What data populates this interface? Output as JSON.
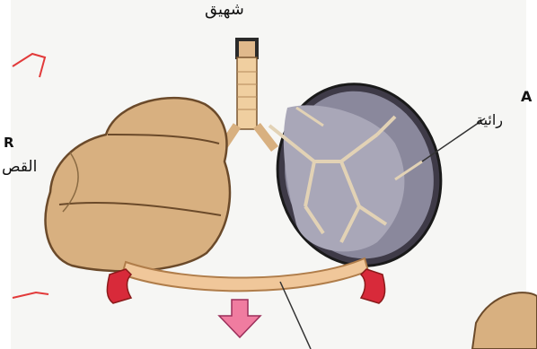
{
  "labels": {
    "trachea_ar": "شهيق",
    "left_en": "R",
    "left_ar": "القص",
    "right_en": "A",
    "right_ar": "رائية"
  },
  "colors": {
    "lung_fill": "#d8b080",
    "lung_outline": "#6b4a2a",
    "diaphragm": "#f0c79a",
    "arrow_red": "#d82a3a",
    "arrow_pink": "#f07ca0",
    "cutaway_inner": "#a9a7b8",
    "annotation_red": "#e23a3a"
  }
}
